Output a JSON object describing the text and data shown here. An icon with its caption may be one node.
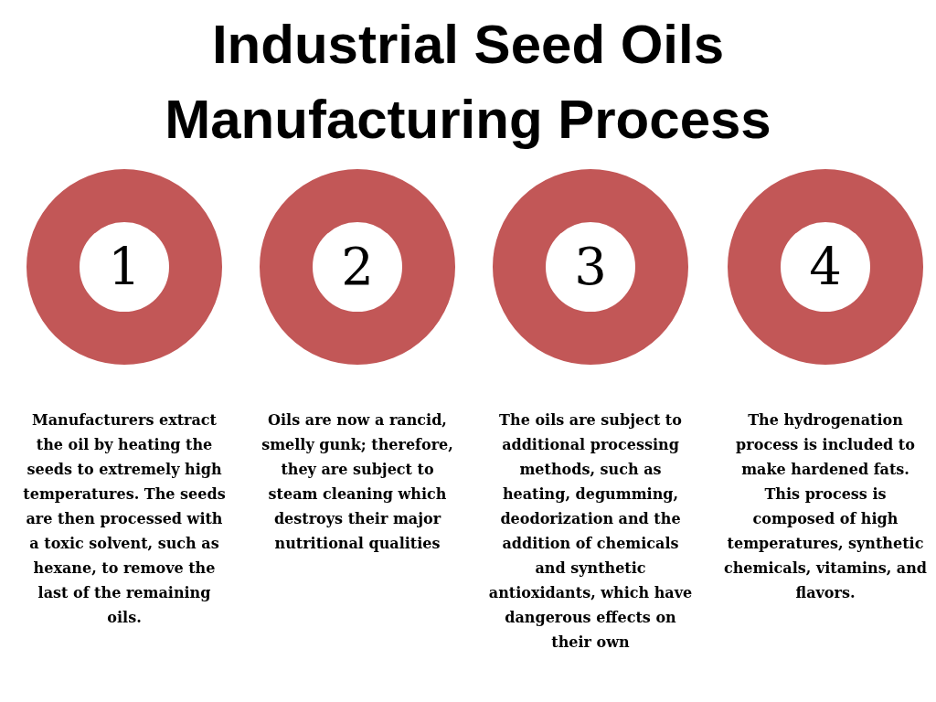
{
  "diagram": {
    "title": "Industrial Seed Oils Manufacturing Process",
    "nodes": [
      {
        "text": [
          "1"
        ],
        "beside": [
          "Manufacturers extract the oil by heating the seeds to extremely high temperatures. The seeds are then processed with a toxic solvent, such as hexane, to remove the last of the remaining oils."
        ]
      },
      {
        "text": [
          "2"
        ],
        "beside": [
          "Oils are now a rancid, smelly gunk; therefore, they are subject to steam cleaning which destroys their major nutritional qualities"
        ]
      },
      {
        "text": [
          "3"
        ],
        "beside": [
          "The oils are subject to additional processing methods, such as heating, degumming, deodorization and the addition of chemicals and synthetic antioxidants, which have dangerous effects on their own"
        ]
      },
      {
        "text": [
          "4"
        ],
        "beside": [
          "The hydrogenation process is included to make hardened fats. This process is composed of high temperatures, synthetic chemicals, vitamins, and flavors."
        ]
      }
    ]
  }
}
